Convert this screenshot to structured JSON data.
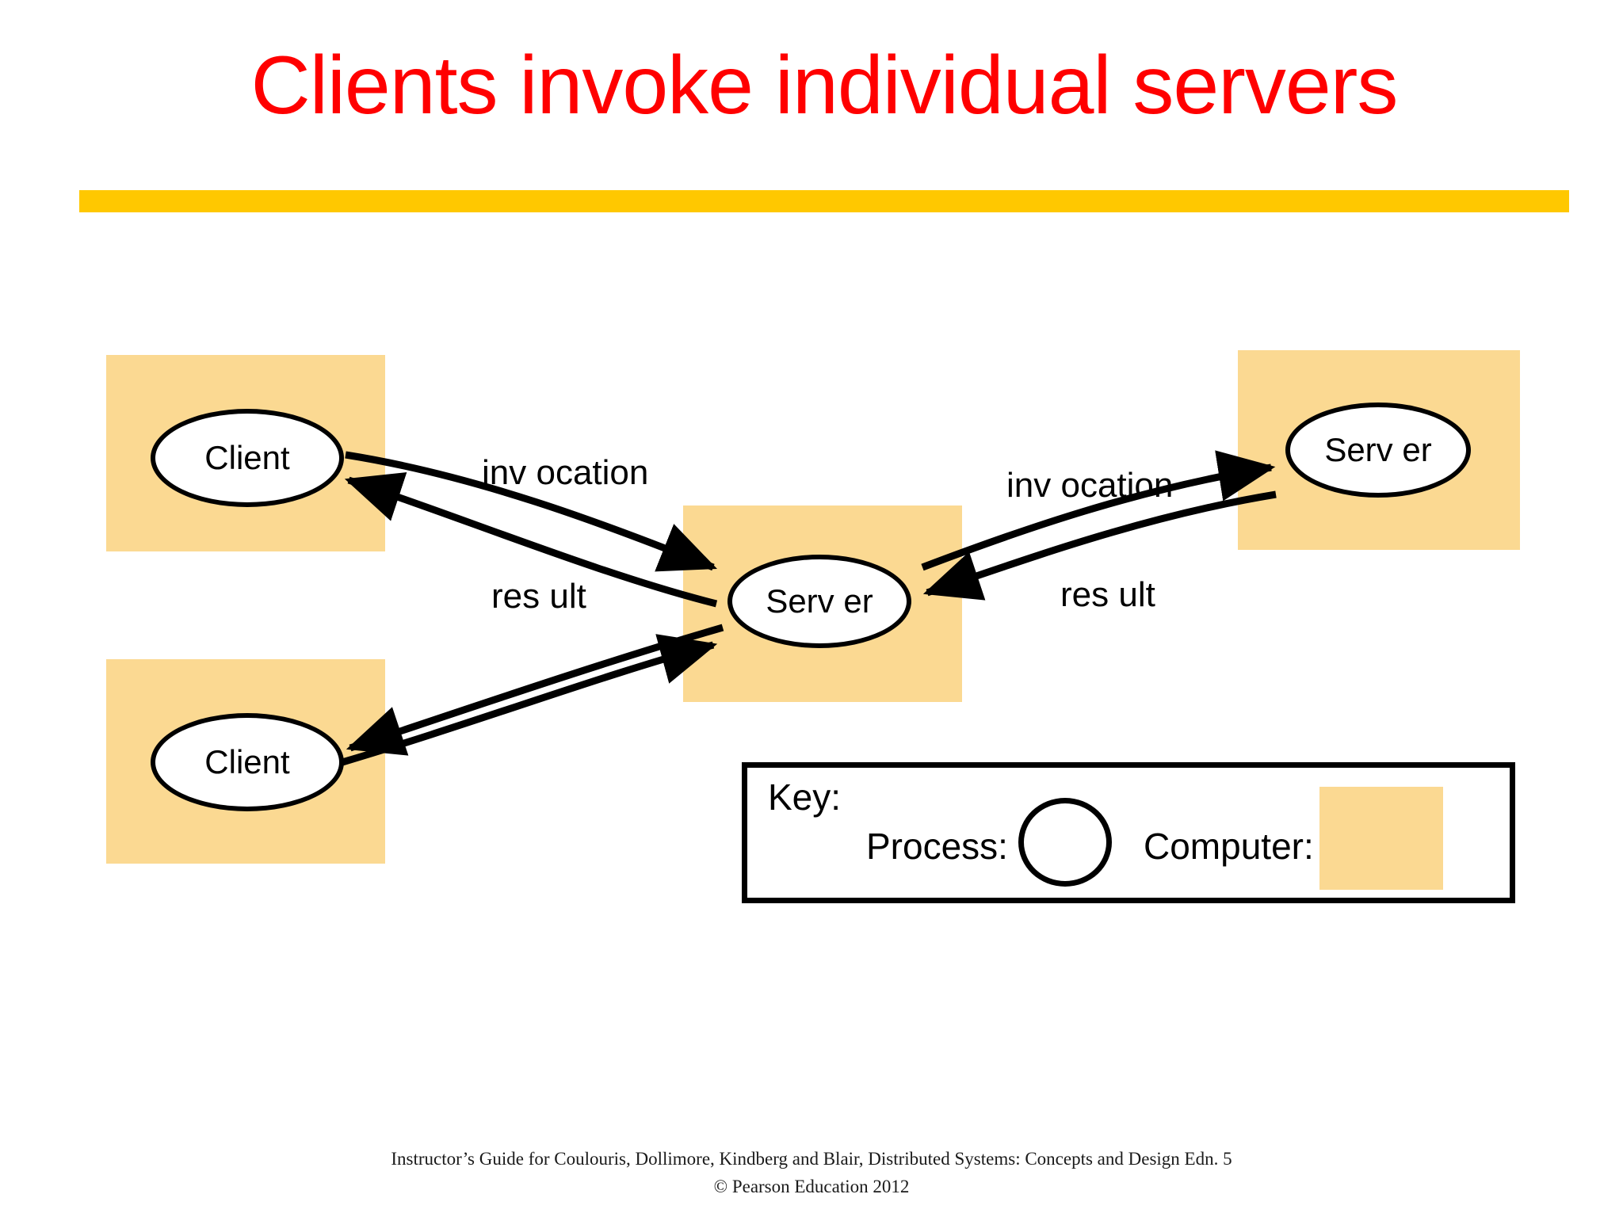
{
  "slide": {
    "title": "Clients invoke individual servers",
    "title_color": "#FF0000",
    "rule_color": "#FFC800",
    "background": "#FFFFFF"
  },
  "colors": {
    "computer_fill": "#FBD992",
    "process_fill": "#FFFFFF",
    "stroke": "#000000"
  },
  "diagram": {
    "nodes": [
      {
        "id": "client-top",
        "label": "Client",
        "type": "process"
      },
      {
        "id": "client-bottom",
        "label": "Client",
        "type": "process"
      },
      {
        "id": "server-mid",
        "label": "Serv er",
        "type": "process"
      },
      {
        "id": "server-right",
        "label": "Serv er",
        "type": "process"
      }
    ],
    "edges": [
      {
        "from": "client-top",
        "to": "server-mid",
        "label": "inv ocation"
      },
      {
        "from": "server-mid",
        "to": "client-top",
        "label": "res ult"
      },
      {
        "from": "server-mid",
        "to": "server-right",
        "label": "inv ocation"
      },
      {
        "from": "server-right",
        "to": "server-mid",
        "label": "res ult"
      },
      {
        "from": "client-bottom",
        "to": "server-mid",
        "label": ""
      },
      {
        "from": "server-mid",
        "to": "client-bottom",
        "label": ""
      }
    ],
    "labels": {
      "invocation_left": "inv ocation",
      "result_left": "res ult",
      "invocation_right": "inv ocation",
      "result_right": "res ult"
    }
  },
  "key": {
    "title": "Key:",
    "process_label": "Process:",
    "computer_label": "Computer:"
  },
  "footer": {
    "line1": "Instructor’s Guide for  Coulouris, Dollimore, Kindberg and Blair,  Distributed Systems: Concepts and Design   Edn. 5",
    "line2": "©  Pearson Education 2012"
  }
}
